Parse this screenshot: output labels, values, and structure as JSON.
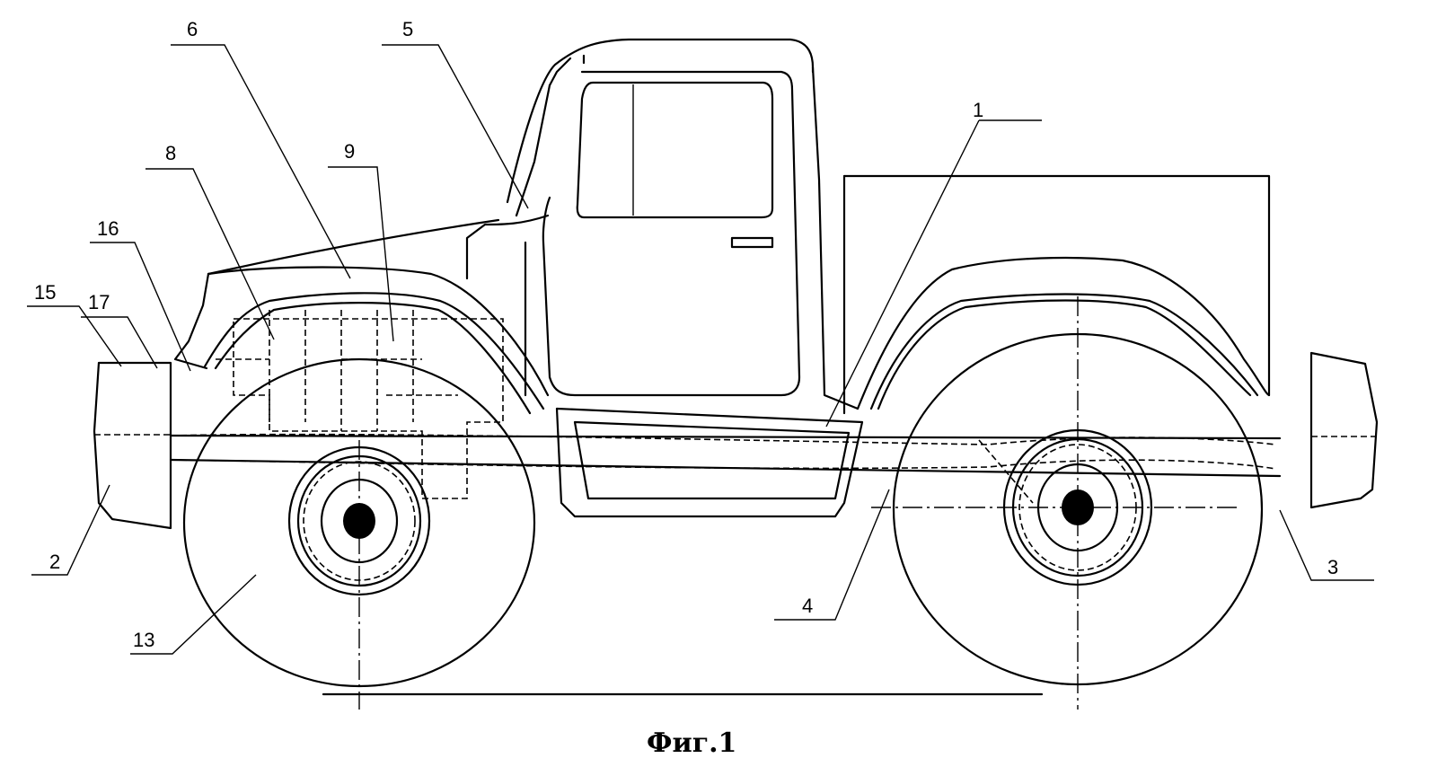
{
  "figure": {
    "caption": "Фиг.1",
    "subject": "vehicle side view",
    "labels": [
      {
        "id": "1",
        "text": "1"
      },
      {
        "id": "2",
        "text": "2"
      },
      {
        "id": "3",
        "text": "3"
      },
      {
        "id": "4",
        "text": "4"
      },
      {
        "id": "5",
        "text": "5"
      },
      {
        "id": "6",
        "text": "6"
      },
      {
        "id": "8",
        "text": "8"
      },
      {
        "id": "9",
        "text": "9"
      },
      {
        "id": "13",
        "text": "13"
      },
      {
        "id": "15",
        "text": "15"
      },
      {
        "id": "16",
        "text": "16"
      },
      {
        "id": "17",
        "text": "17"
      }
    ]
  }
}
